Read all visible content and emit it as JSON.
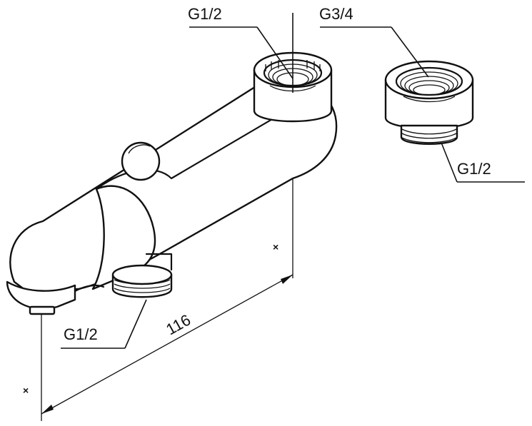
{
  "labels": {
    "top_left_thread": "G1/2",
    "top_right_thread": "G3/4",
    "adapter_bottom_thread": "G1/2",
    "inlet_thread": "G1/2",
    "dimension": "116"
  },
  "marks": {
    "x_mark_right": "×",
    "x_mark_left": "×"
  }
}
